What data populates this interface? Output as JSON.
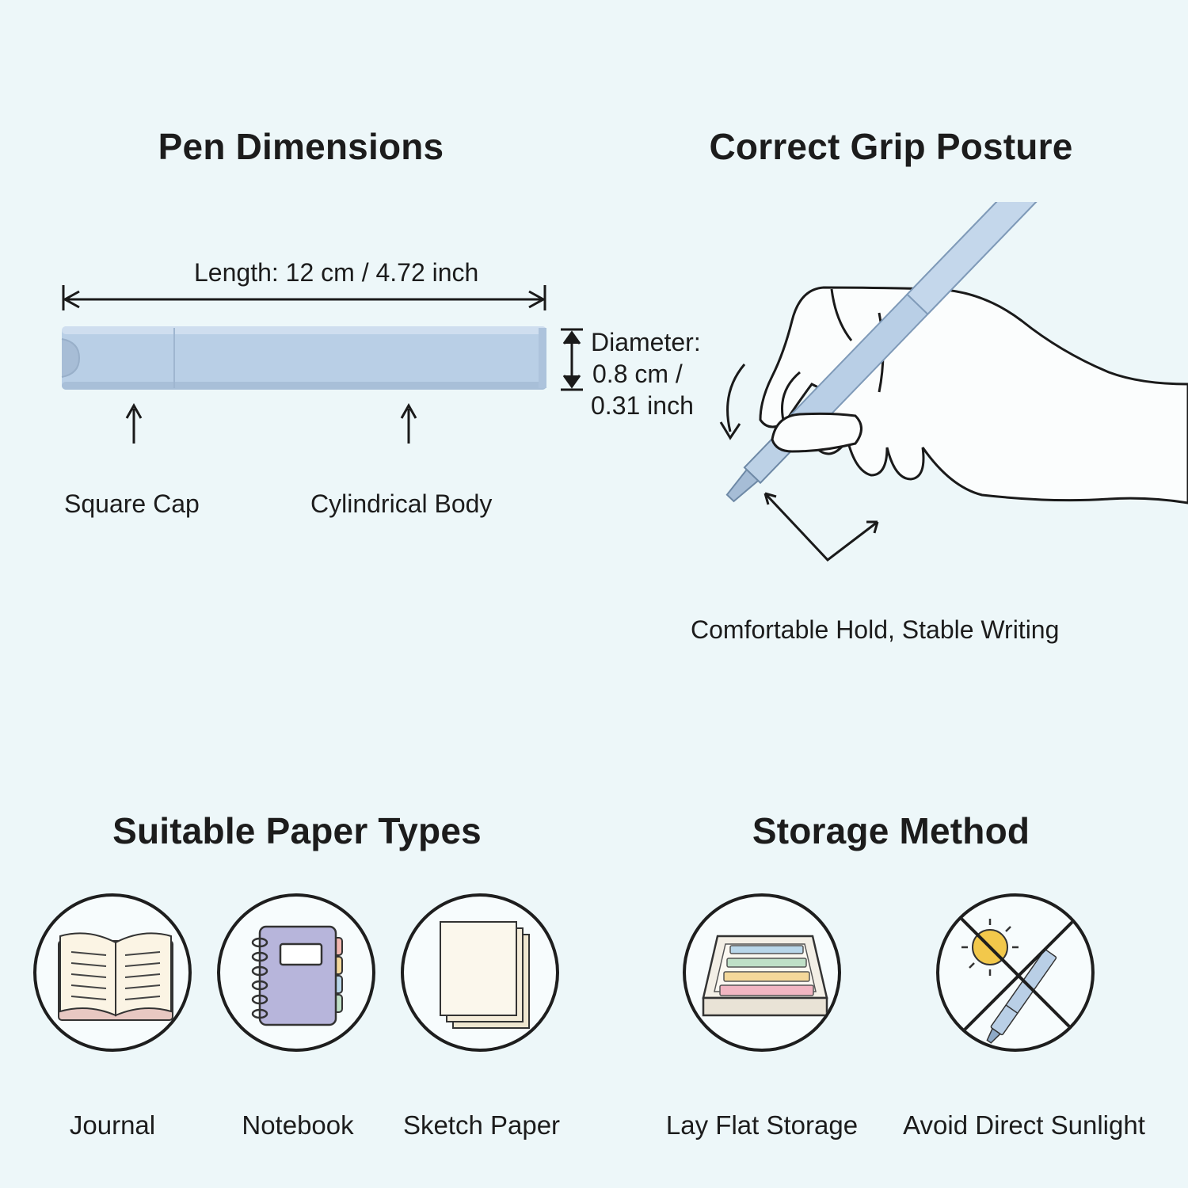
{
  "sections": {
    "pen_dimensions": {
      "title": "Pen Dimensions",
      "length_label": "Length: 12 cm / 4.72 inch",
      "diameter_label_line1": "Diameter:",
      "diameter_label_line2": "0.8 cm /",
      "diameter_label_line3": "0.31 inch",
      "cap_label": "Square Cap",
      "body_label": "Cylindrical Body",
      "pen_color": "#b9cfe6"
    },
    "grip_posture": {
      "title": "Correct Grip Posture",
      "caption": "Comfortable Hold, Stable Writing"
    },
    "paper_types": {
      "title": "Suitable Paper Types",
      "items": [
        {
          "icon": "open-book-icon",
          "label": "Journal"
        },
        {
          "icon": "spiral-notebook-icon",
          "label": "Notebook"
        },
        {
          "icon": "paper-stack-icon",
          "label": "Sketch Paper"
        }
      ]
    },
    "storage": {
      "title": "Storage Method",
      "items": [
        {
          "icon": "storage-tray-icon",
          "label": "Lay Flat Storage"
        },
        {
          "icon": "no-sunlight-icon",
          "label": "Avoid Direct Sunlight"
        }
      ]
    }
  },
  "colors": {
    "background": "#edf7f9",
    "pen_blue": "#b9cfe6",
    "sun_yellow": "#f2c84b"
  }
}
